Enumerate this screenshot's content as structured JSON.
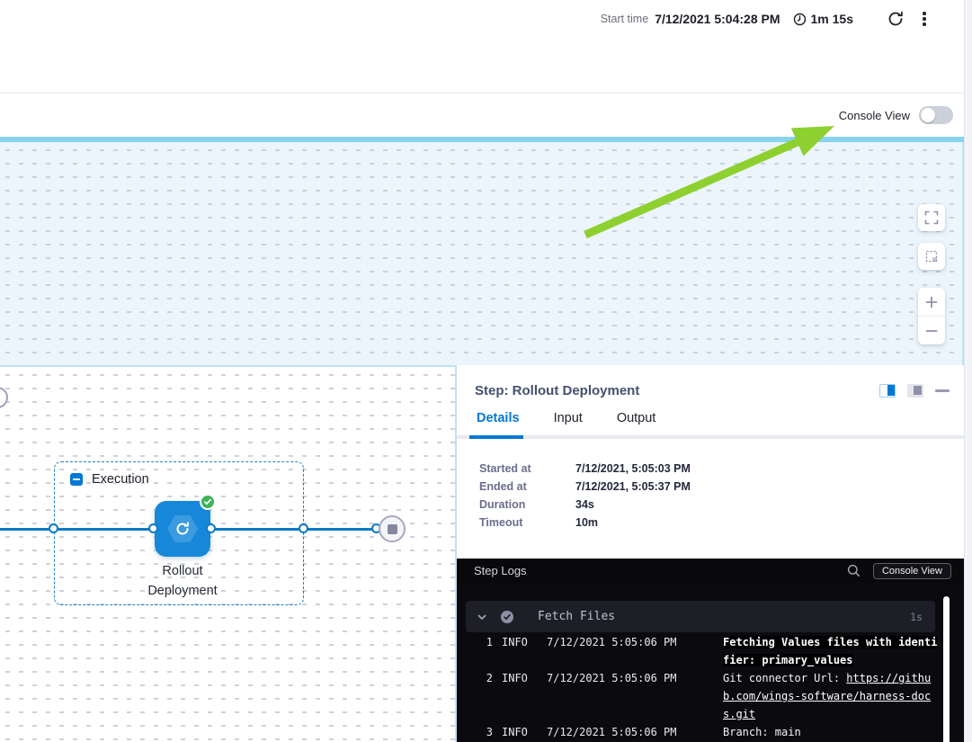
{
  "header": {
    "start_time_label": "Start time",
    "start_time_value": "7/12/2021 5:04:28 PM",
    "elapsed_time": "1m 15s"
  },
  "console_toggle": {
    "label": "Console View",
    "state": "off"
  },
  "canvas": {
    "group_label": "Execution",
    "node_label": "Rollout Deployment"
  },
  "step_panel": {
    "title": "Step: Rollout Deployment",
    "tabs": [
      {
        "label": "Details",
        "active": true
      },
      {
        "label": "Input",
        "active": false
      },
      {
        "label": "Output",
        "active": false
      }
    ],
    "details": [
      {
        "label": "Started at",
        "value": "7/12/2021, 5:05:03 PM"
      },
      {
        "label": "Ended at",
        "value": "7/12/2021, 5:05:37 PM"
      },
      {
        "label": "Duration",
        "value": "34s"
      },
      {
        "label": "Timeout",
        "value": "10m"
      }
    ]
  },
  "logs": {
    "title": "Step Logs",
    "console_view_button": "Console View",
    "section": {
      "name": "Fetch Files",
      "duration": "1s",
      "status": "success"
    },
    "entries": [
      {
        "num": "1",
        "level": "INFO",
        "time": "7/12/2021 5:05:06 PM",
        "message": "Fetching Values files with identifier: primary_values"
      },
      {
        "num": "2",
        "level": "INFO",
        "time": "7/12/2021 5:05:06 PM",
        "message": "Git connector Url: ",
        "link": "https://github.com/wings-software/harness-docs.git"
      },
      {
        "num": "3",
        "level": "INFO",
        "time": "7/12/2021 5:05:06 PM",
        "message": "Branch: main"
      }
    ]
  },
  "icons": {
    "clock": "clock-icon",
    "refresh": "refresh-icon",
    "kebab": "kebab-menu-icon",
    "fullscreen": "fullscreen-icon",
    "fit": "fit-to-screen-icon",
    "zoom_in": "zoom-in-icon",
    "zoom_out": "zoom-out-icon",
    "search": "search-icon",
    "chevron": "chevron-down-icon",
    "success": "check-circle-icon"
  },
  "colors": {
    "accent_blue": "#0278d5",
    "node_blue": "#1787da",
    "success_green": "#3eb457",
    "arrow_green": "#8dd030",
    "console_bar_blue": "#87d3f0",
    "log_background": "#0b0b0f"
  }
}
